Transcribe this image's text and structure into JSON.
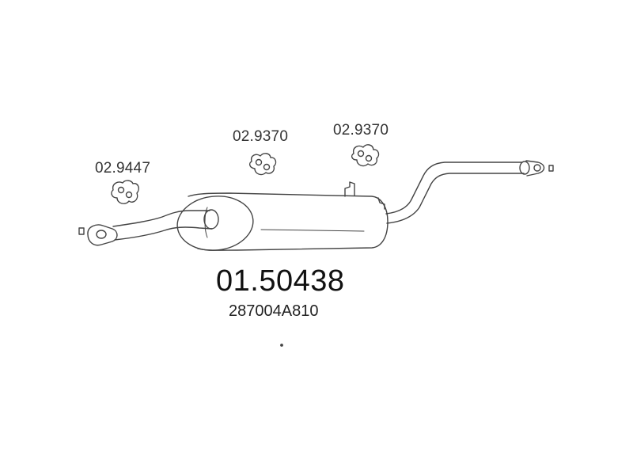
{
  "diagram": {
    "main_part_number": "01.50438",
    "oem_number": "287004A810",
    "hanger_labels": [
      "02.9447",
      "02.9370",
      "02.9370"
    ]
  },
  "colors": {
    "line": "#444444",
    "text": "#222222",
    "background": "#ffffff"
  }
}
